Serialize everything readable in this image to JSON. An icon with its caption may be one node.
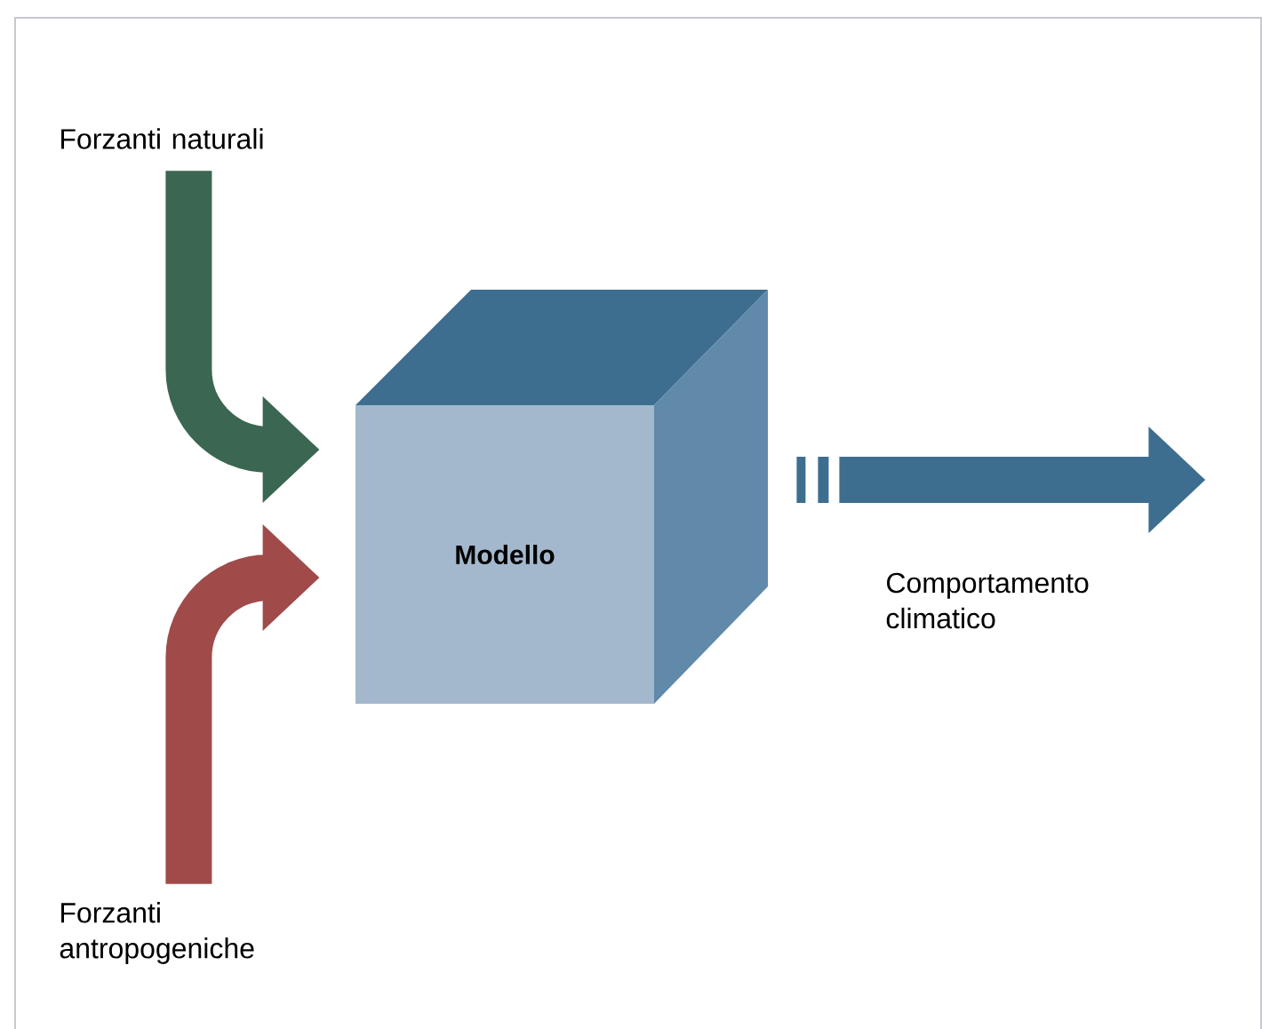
{
  "diagram": {
    "nodes": [
      {
        "text": [
          "Forzanti naturali"
        ]
      },
      {
        "text": [
          "Forzanti antropogeniche"
        ]
      },
      {
        "text": [
          "Modello"
        ]
      },
      {
        "text": [
          "Comportamento climatico"
        ]
      }
    ],
    "edges": [
      {
        "from": 0,
        "to": 2,
        "arrow": "to",
        "color": "#3b6651"
      },
      {
        "from": 1,
        "to": 2,
        "arrow": "to",
        "color": "#a04a4a"
      },
      {
        "from": 2,
        "to": 3,
        "arrow": "to",
        "color": "#3d6e8f"
      }
    ]
  }
}
